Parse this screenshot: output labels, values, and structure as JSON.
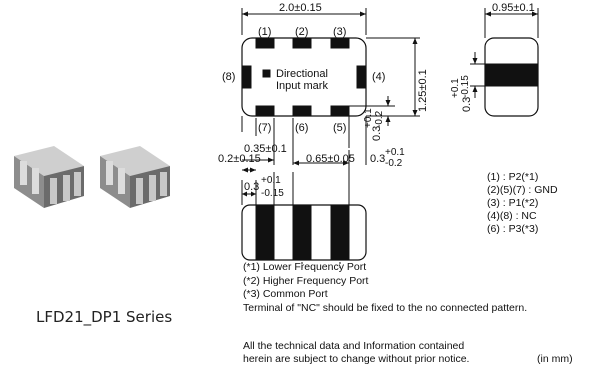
{
  "series_title": "LFD21_DP1 Series",
  "dims": {
    "width": "2.0±0.15",
    "height": "1.25±0.1",
    "side_width": "0.95±0.1",
    "side_band_base": "0.3",
    "side_band_tol_plus": "+0.1",
    "side_band_tol_minus": "-0.15",
    "term_len_base": "0.3",
    "term_len_tol_plus": "+0.1",
    "term_len_tol_minus": "-0.2",
    "bottom_right_base": "0.3",
    "bottom_right_tol_plus": "+0.1",
    "bottom_right_tol_minus": "-0.2",
    "pitch": "0.35±0.1",
    "edge": "0.2±0.15",
    "term_w": "0.65±0.05",
    "bottom_left_base": "0.3",
    "bottom_left_tol_plus": "+0.1",
    "bottom_left_tol_minus": "-0.15"
  },
  "pins": [
    "(1)",
    "(2)",
    "(3)",
    "(4)",
    "(5)",
    "(6)",
    "(7)",
    "(8)"
  ],
  "mark": {
    "line1": "Directional",
    "line2": "Input mark"
  },
  "legend": [
    "(1) : P2(*1)",
    "(2)(5)(7) : GND",
    "(3) : P1(*2)",
    "(4)(8) : NC",
    "(6) : P3(*3)"
  ],
  "notes": [
    "(*1) Lower Frequency Port",
    "(*2) Higher Frequency Port",
    "(*3) Common Port",
    "Terminal of \"NC\" should be fixed to the no connected pattern."
  ],
  "disclaimer": [
    "All the technical data and Information contained",
    "herein are subject to change without prior notice."
  ],
  "unit": "(in mm)"
}
